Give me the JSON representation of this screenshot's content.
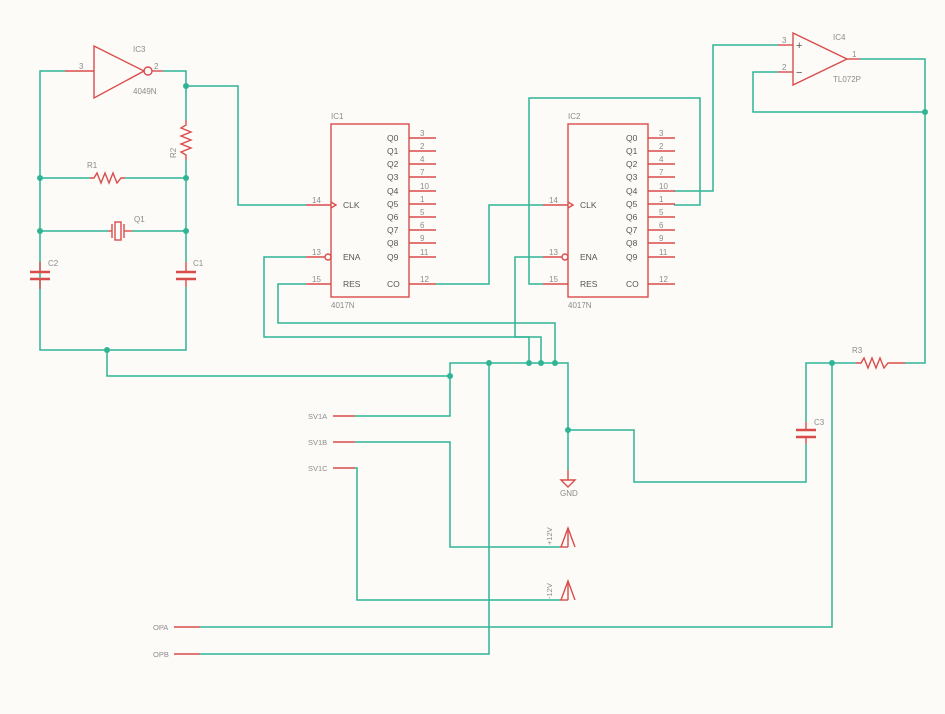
{
  "parts": {
    "ic1": {
      "name": "IC1",
      "value": "4017N"
    },
    "ic2": {
      "name": "IC2",
      "value": "4017N"
    },
    "ic3": {
      "name": "IC3",
      "value": "4049N",
      "pin_in": "3",
      "pin_out": "2"
    },
    "ic4": {
      "name": "IC4",
      "value": "TL072P",
      "pin_plus": "3",
      "pin_minus": "2",
      "pin_out": "1",
      "plus": "+",
      "minus": "−"
    },
    "r1": {
      "name": "R1"
    },
    "r2": {
      "name": "R2"
    },
    "r3": {
      "name": "R3"
    },
    "c1": {
      "name": "C1"
    },
    "c2": {
      "name": "C2"
    },
    "c3": {
      "name": "C3"
    },
    "q1": {
      "name": "Q1"
    }
  },
  "counter_pins": {
    "left": [
      {
        "label": "CLK",
        "num": "14"
      },
      {
        "label": "ENA",
        "num": "13"
      },
      {
        "label": "RES",
        "num": "15"
      }
    ],
    "right": [
      {
        "label": "Q0",
        "num": "3"
      },
      {
        "label": "Q1",
        "num": "2"
      },
      {
        "label": "Q2",
        "num": "4"
      },
      {
        "label": "Q3",
        "num": "7"
      },
      {
        "label": "Q4",
        "num": "10"
      },
      {
        "label": "Q5",
        "num": "1"
      },
      {
        "label": "Q6",
        "num": "5"
      },
      {
        "label": "Q7",
        "num": "6"
      },
      {
        "label": "Q8",
        "num": "9"
      },
      {
        "label": "Q9",
        "num": "11"
      },
      {
        "label": "CO",
        "num": "12"
      }
    ]
  },
  "nets": {
    "gnd": "GND",
    "plus12": "+12V",
    "minus12": "-12V",
    "sv1a": "SV1A",
    "sv1b": "SV1B",
    "sv1c": "SV1C",
    "opa": "OPA",
    "opb": "OPB"
  },
  "colors": {
    "wire": "#2fb596",
    "part": "#d94c4c",
    "background": "#fdfbf7"
  }
}
